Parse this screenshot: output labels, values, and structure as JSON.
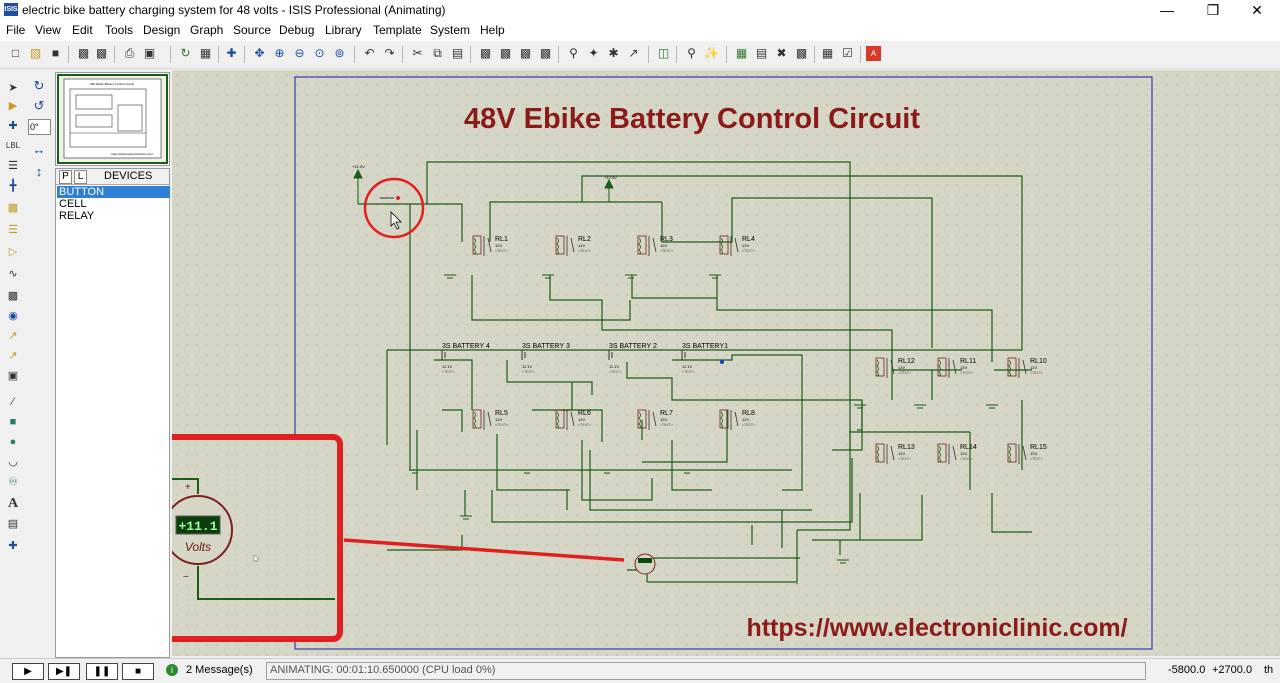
{
  "window": {
    "title": "electric bike battery charging system for 48 volts - ISIS Professional (Animating)",
    "app_icon_text": "ISIS",
    "controls": {
      "minimize": "—",
      "restore": "❐",
      "close": "✕"
    }
  },
  "menu": [
    "File",
    "View",
    "Edit",
    "Tools",
    "Design",
    "Graph",
    "Source",
    "Debug",
    "Library",
    "Template",
    "System",
    "Help"
  ],
  "toolbar_icons": [
    "new-file-icon",
    "open-folder-icon",
    "save-icon",
    "import-icon",
    "export-icon",
    "print-icon",
    "print-setup-icon",
    "refresh-icon",
    "grid-icon",
    "origin-icon",
    "pan-icon",
    "zoom-in-icon",
    "zoom-out-icon",
    "zoom-all-icon",
    "zoom-area-icon",
    "undo-icon",
    "redo-icon",
    "cut-icon",
    "copy-icon",
    "paste-icon",
    "block-copy-icon",
    "block-move-icon",
    "block-rotate-icon",
    "block-delete-icon",
    "pick-device-icon",
    "make-device-icon",
    "packaging-icon",
    "decompose-icon",
    "wire-autoroute-icon",
    "search-icon",
    "property-tool-icon",
    "new-sheet-icon",
    "remove-sheet-icon",
    "goto-sheet-icon",
    "bill-of-materials-icon",
    "netlist-icon",
    "electrical-check-icon",
    "ares-icon"
  ],
  "left_tools": [
    "select-icon",
    "component-icon",
    "junction-icon",
    "wire-label-icon",
    "text-script-icon",
    "bus-icon",
    "subcircuit-icon",
    "terminal-icon",
    "device-pin-icon",
    "graph-icon",
    "tape-icon",
    "generator-icon",
    "voltage-probe-icon",
    "current-probe-icon",
    "virtual-instrument-icon",
    "line-icon",
    "box-icon",
    "circle-icon",
    "arc-icon",
    "path-icon",
    "text-icon",
    "symbol-icon",
    "marker-icon"
  ],
  "orientation": {
    "angle": "0°"
  },
  "overview": {
    "title_text": "48V Ebike Battery Control Circuit",
    "url_text": "https://www.electroniclinic.com/"
  },
  "devices": {
    "tab_p": "P",
    "tab_l": "L",
    "title": "DEVICES",
    "items": [
      "BUTTON",
      "CELL",
      "RELAY"
    ],
    "selected": "BUTTON"
  },
  "schematic": {
    "title": "48V Ebike Battery Control Circuit",
    "url": "https://www.electroniclinic.com/",
    "title_color": "#8b1a1a",
    "wire_color": "#1a5c1a",
    "relays": [
      {
        "ref": "RL1",
        "value": "12V",
        "text": "<TEXT>"
      },
      {
        "ref": "RL2",
        "value": "12V",
        "text": "<TEXT>"
      },
      {
        "ref": "RL3",
        "value": "12V",
        "text": "<TEXT>"
      },
      {
        "ref": "RL4",
        "value": "12V",
        "text": "<TEXT>"
      },
      {
        "ref": "RL5",
        "value": "12V",
        "text": "<TEXT>"
      },
      {
        "ref": "RL6",
        "value": "12V",
        "text": "<TEXT>"
      },
      {
        "ref": "RL7",
        "value": "12V",
        "text": "<TEXT>"
      },
      {
        "ref": "RL8",
        "value": "12V",
        "text": "<TEXT>"
      },
      {
        "ref": "RL12",
        "value": "12V",
        "text": "<TEXT>"
      },
      {
        "ref": "RL11",
        "value": "12V",
        "text": "<TEXT>"
      },
      {
        "ref": "RL10",
        "value": "12V",
        "text": "<TEXT>"
      },
      {
        "ref": "RL13",
        "value": "12V",
        "text": "<TEXT>"
      },
      {
        "ref": "RL14",
        "value": "12V",
        "text": "<TEXT>"
      },
      {
        "ref": "RL15",
        "value": "12V",
        "text": "<TEXT>"
      }
    ],
    "batteries": [
      {
        "name": "3S BATTERY 4",
        "value": "11.1V",
        "text": "<TEXT>"
      },
      {
        "name": "3S BATTERY 3",
        "value": "11.1V",
        "text": "<TEXT>"
      },
      {
        "name": "3S BATTERY 2",
        "value": "11.1V",
        "text": "<TEXT>"
      },
      {
        "name": "3S BATTERY1",
        "value": "11.1V",
        "text": "<TEXT>"
      }
    ],
    "supply_label": "+12.0V",
    "voltmeter": {
      "reading": "+11.1",
      "unit": "Volts",
      "plus": "+",
      "minus": "−"
    },
    "highlight_color": "#e02020"
  },
  "status": {
    "messages": "2 Message(s)",
    "animation": "ANIMATING: 00:01:10.650000 (CPU load 0%)",
    "coord_x": "-5800.0",
    "coord_y": "+2700.0",
    "units": "th"
  }
}
